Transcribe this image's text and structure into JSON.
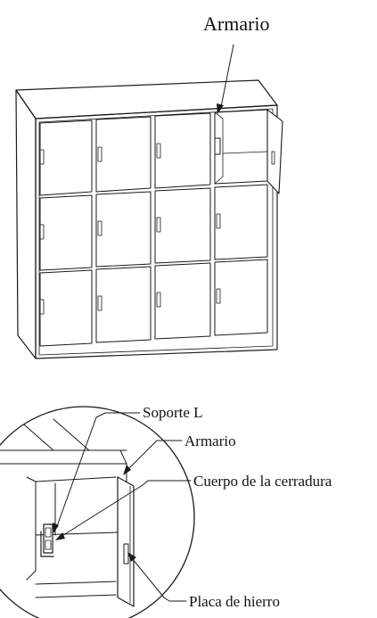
{
  "diagram": {
    "top_callout": "Armario",
    "detail_callouts": {
      "l_bracket": "Soporte L",
      "cabinet": "Armario",
      "lock_body": "Cuerpo de la cerradura",
      "iron_plate": "Placa de hierro"
    }
  },
  "colors": {
    "ink": "#1a1a1a",
    "background": "#ffffff"
  }
}
